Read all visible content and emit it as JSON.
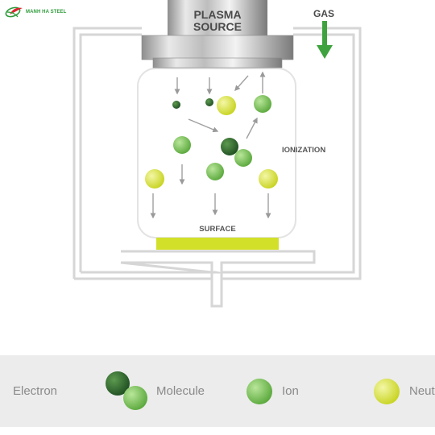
{
  "brand": {
    "name": "MANH HA STEEL"
  },
  "diagram": {
    "source_label_line1": "PLASMA",
    "source_label_line2": "SOURCE",
    "gas_label": "GAS",
    "ionization_label": "IONIZATION",
    "surface_label": "SURFACE"
  },
  "legend": {
    "items": [
      {
        "label": "Electron",
        "kind": "electron"
      },
      {
        "label": "Molecule",
        "kind": "molecule"
      },
      {
        "label": "Ion",
        "kind": "ion"
      },
      {
        "label": "Neut",
        "kind": "neutral"
      }
    ]
  },
  "colors": {
    "electron": "#2f6b2f",
    "ion": "#7dc35a",
    "neutral": "#d9e63a",
    "surface": "#d2e02a",
    "gas_arrow": "#3ea33e",
    "chamber": "#d9d9d9"
  }
}
